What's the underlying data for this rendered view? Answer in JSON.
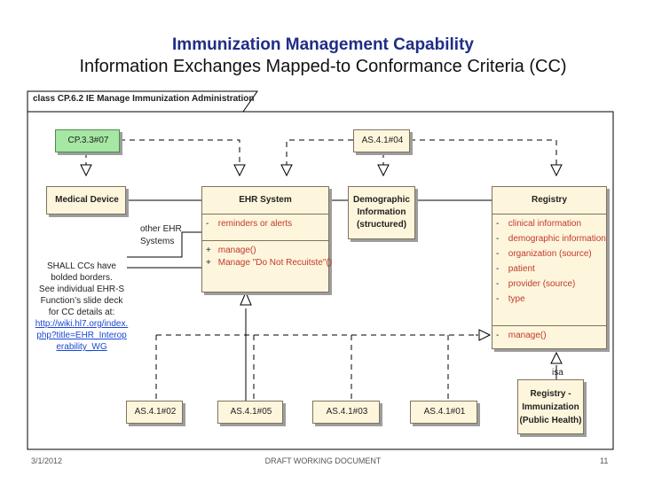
{
  "header": {
    "title": "Immunization Management Capability",
    "subtitle": "Information Exchanges Mapped-to Conformance Criteria (CC)"
  },
  "frame": {
    "label": "class CP.6.2 IE Manage Immunization Administration"
  },
  "boxes": {
    "cp": "CP.3.3#07",
    "as_top": "AS.4.1#04",
    "medical_device": "Medical Device",
    "ehr": "EHR System",
    "demographic": [
      "Demographic",
      "Information",
      "(structured)"
    ],
    "registry": "Registry",
    "registry_imm": [
      "Registry -",
      "Immunization",
      "(Public Health)"
    ],
    "as02": "AS.4.1#02",
    "as05": "AS.4.1#05",
    "as03": "AS.4.1#03",
    "as01": "AS.4.1#01"
  },
  "ehr_attrs": [
    "reminders or alerts"
  ],
  "ehr_ops": [
    "manage()",
    "Manage \"Do Not Recuitste\"()"
  ],
  "registry_attrs": [
    "clinical information",
    "demographic information",
    "organization (source)",
    "patient",
    "provider (source)",
    "type"
  ],
  "registry_ops": [
    "manage()"
  ],
  "labels": {
    "other_ehr": [
      "other EHR",
      "Systems"
    ],
    "isa": "isa"
  },
  "note": [
    "SHALL CCs have",
    "bolded borders.",
    "See individual EHR-S",
    "Function’s slide deck",
    "for CC details at:"
  ],
  "note_link": [
    "http://wiki.hl7.org/index.",
    "php?title=EHR_Interop",
    "erability_WG"
  ],
  "footer": {
    "date": "3/1/2012",
    "center": "DRAFT WORKING DOCUMENT",
    "page": "11"
  },
  "colors": {
    "title": "#1f2d86",
    "box_fill": "#fef6dc",
    "green_box": "#a6e7a4",
    "attribute_text": "#c0392b"
  }
}
